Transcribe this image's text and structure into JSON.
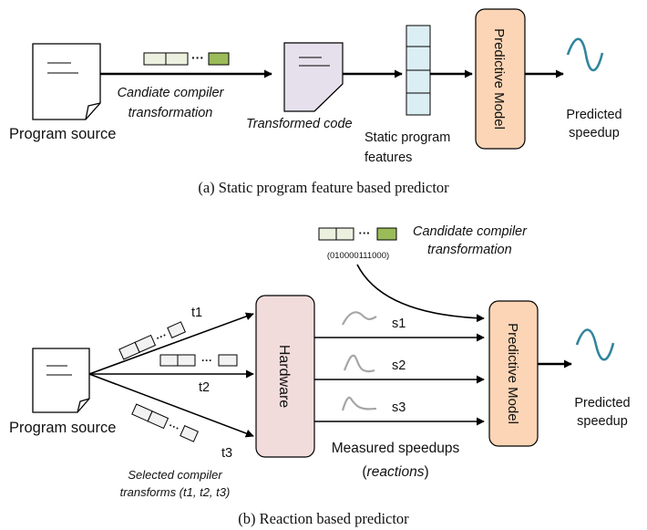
{
  "panel_a": {
    "caption": "(a) Static program feature based predictor",
    "program_source": "Program source",
    "transformation_label_line1": "Candiate compiler",
    "transformation_label_line2": "transformation",
    "ellipsis": "···",
    "transformed_code": "Transformed code",
    "features_line1": "Static program",
    "features_line2": "features",
    "model": "Predictive Model",
    "output_line1": "Predicted",
    "output_line2": "speedup"
  },
  "panel_b": {
    "caption": "(b) Reaction based predictor",
    "program_source": "Program source",
    "candidate_line1": "Candidate compiler",
    "candidate_line2": "transformation",
    "candidate_code": "(010000111000)",
    "ellipsis": "···",
    "t1": "t1",
    "t2": "t2",
    "t3": "t3",
    "selected_line1": "Selected compiler",
    "selected_line2": "transforms (t1, t2, t3)",
    "hardware": "Hardware",
    "s1": "s1",
    "s2": "s2",
    "s3": "s3",
    "measured_line1": "Measured speedups",
    "measured_line2_open": "(",
    "measured_line2_italic": "reactions",
    "measured_line2_close": ")",
    "model": "Predictive Model",
    "output_line1": "Predicted",
    "output_line2": "speedup"
  },
  "colors": {
    "model_fill": "#fbd5b5",
    "hardware_fill": "#f2dcdb",
    "feature_fill": "#dbeef4",
    "gene_light": "#ebf1de",
    "gene_dark": "#9bbb59",
    "wave": "#31859c",
    "reaction_curve": "#a6a6a6",
    "transformed_doc_fill": "#e6e0ec"
  }
}
